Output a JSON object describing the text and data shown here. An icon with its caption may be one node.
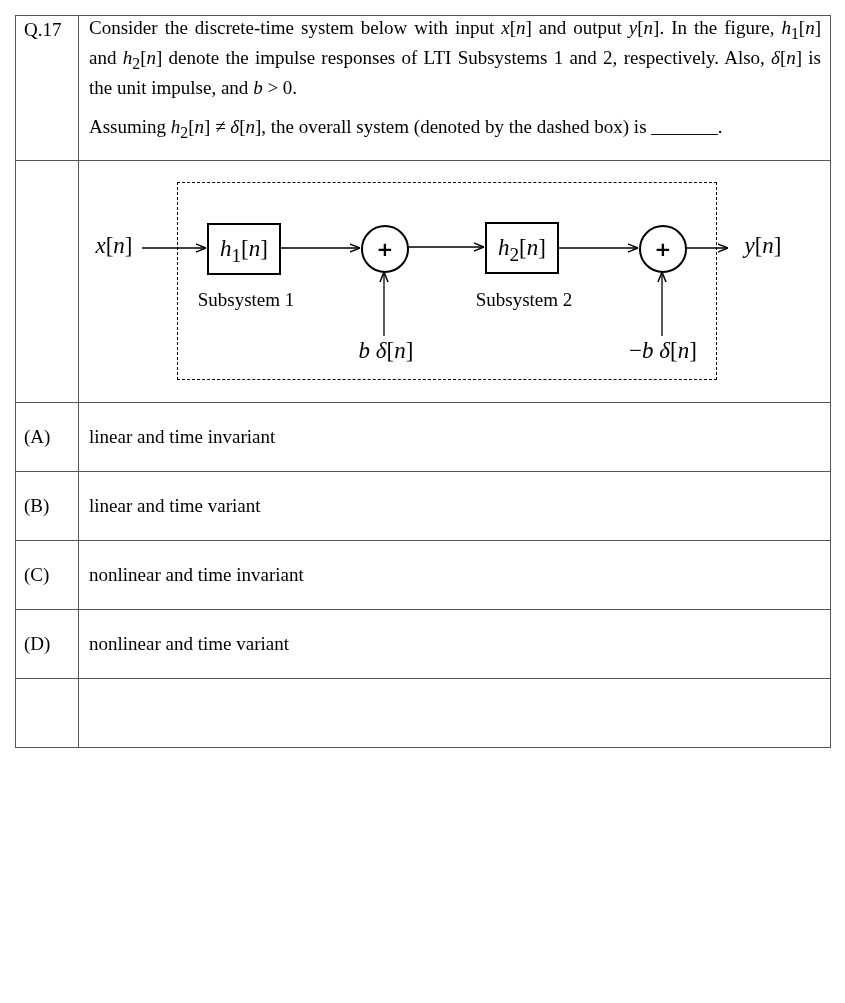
{
  "diagram": {
    "nodes": [
      {
        "text": [],
        "shape": "box"
      },
      {
        "text": [
          "*x*[*n*]"
        ]
      },
      {
        "text": [
          "*h*$_{1}$[*n*]"
        ],
        "beside": [
          "Subsystem 1"
        ],
        "in": 0
      },
      {
        "text": [
          "+"
        ],
        "in": 0
      },
      {
        "text": [
          "*b* *δ*[*n*]"
        ],
        "in": 0
      },
      {
        "text": [
          "*h*$_{2}$[*n*]"
        ],
        "beside": [
          "Subsystem 2"
        ],
        "in": 0
      },
      {
        "text": [
          "+"
        ],
        "in": 0
      },
      {
        "text": [
          "−*b* *δ*[*n*]"
        ],
        "in": 0
      },
      {
        "text": [
          "*y*[*n*]"
        ]
      }
    ],
    "edges": [
      {
        "from": 1,
        "to": 2,
        "arrow": "to"
      },
      {
        "from": 2,
        "to": 3,
        "arrow": "to"
      },
      {
        "from": 4,
        "to": 3,
        "arrow": "to"
      },
      {
        "from": 3,
        "to": 5,
        "arrow": "to"
      },
      {
        "from": 5,
        "to": 6,
        "arrow": "to"
      },
      {
        "from": 7,
        "to": 6,
        "arrow": "to"
      },
      {
        "from": 6,
        "to": 8,
        "arrow": "to"
      }
    ],
    "labels": [
      "Q.17",
      "Consider the discrete-time system below with input *x*[*n*] and output *y*[*n*]. In the figure, *h*$_{1}$[*n*] and *h*$_{2}$[*n*] denote the impulse responses of LTI Subsystems 1 and 2, respectively. Also, *δ*[*n*] is the unit impulse, and *b* > 0.",
      "Assuming *h*$_{2}$[*n*] ≠ *δ*[*n*], the overall system (denoted by the dashed box) is _______.",
      "(A)",
      "linear and time invariant",
      "(B)",
      "linear and time variant",
      "(C)",
      "nonlinear and time invariant",
      "(D)",
      "nonlinear and time variant"
    ]
  }
}
